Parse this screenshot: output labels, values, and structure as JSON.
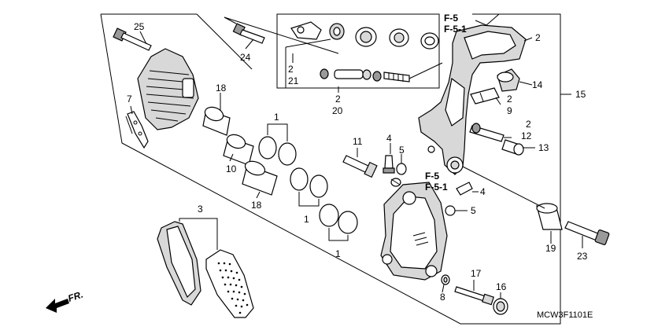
{
  "diagram": {
    "labels": {
      "l1a": "1",
      "l1b": "1",
      "l1c": "1",
      "l2a": "2",
      "l2b": "2",
      "l2c": "2",
      "l2d": "2",
      "l2e": "2",
      "l3": "3",
      "l4a": "4",
      "l4b": "4",
      "l5a": "5",
      "l5b": "5",
      "l7": "7",
      "l8": "8",
      "l9": "9",
      "l10": "10",
      "l11": "11",
      "l12": "12",
      "l13": "13",
      "l14": "14",
      "l15": "15",
      "l16": "16",
      "l17": "17",
      "l18a": "18",
      "l18b": "18",
      "l19": "19",
      "l20": "20",
      "l21": "21",
      "l23": "23",
      "l24": "24",
      "l25": "25"
    },
    "refs": {
      "f5_top": "F-5",
      "f51_top": "F-5-1",
      "f5_mid": "F-5",
      "f51_mid": "F-5-1"
    },
    "direction": "FR.",
    "code": "MCW3F1101E"
  }
}
